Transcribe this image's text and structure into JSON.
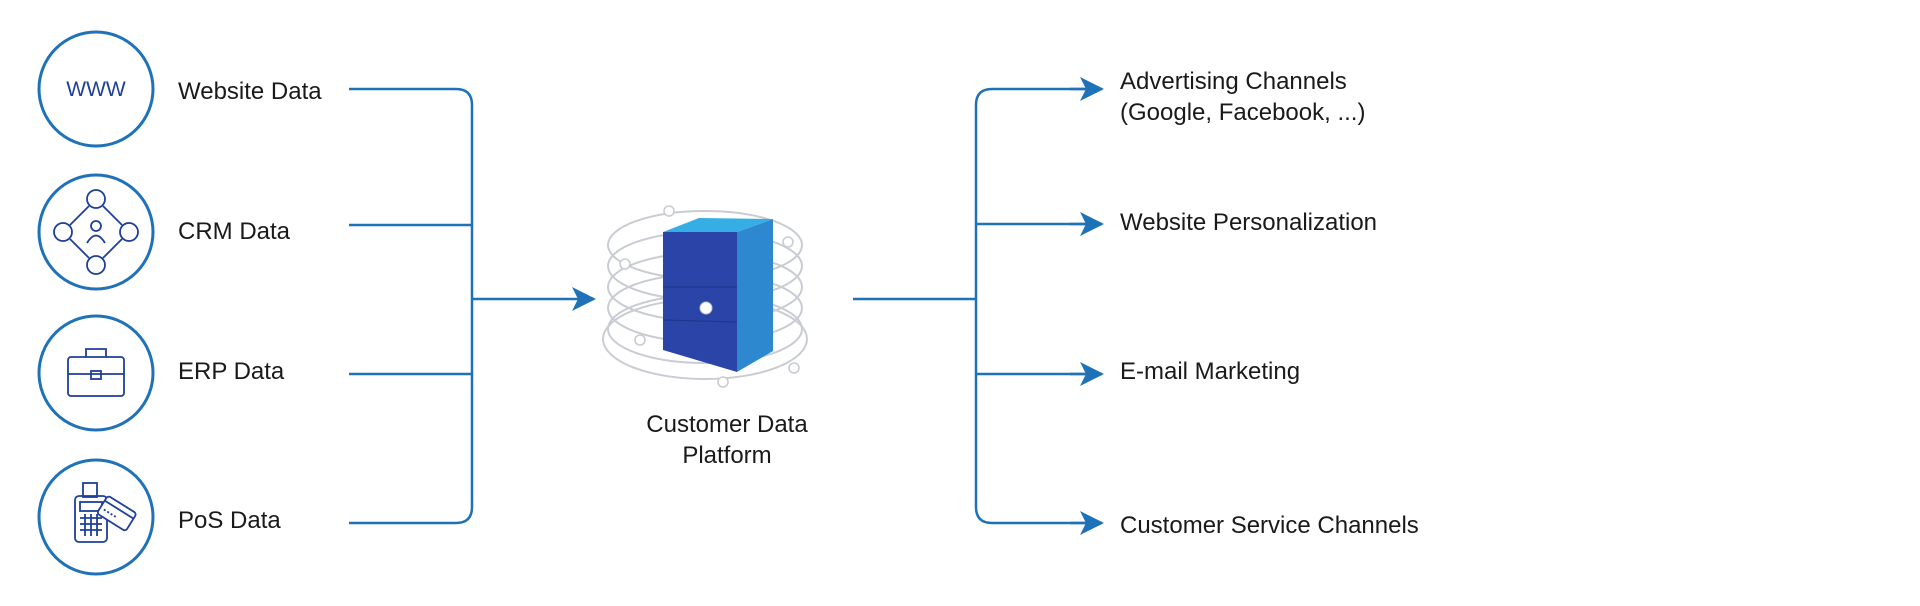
{
  "colors": {
    "line": "#1f72b8",
    "icon_stroke": "#1f72b8",
    "icon_detail": "#1e3f9a",
    "server_front": "#2a44a8",
    "server_side": "#2d88d0",
    "server_top": "#35aee6",
    "ring": "#c9ccd3"
  },
  "inputs": [
    {
      "label": "Website Data",
      "icon": "www-icon",
      "icon_text": "WWW"
    },
    {
      "label": "CRM Data",
      "icon": "crm-network-icon"
    },
    {
      "label": "ERP Data",
      "icon": "briefcase-icon"
    },
    {
      "label": "PoS Data",
      "icon": "pos-terminal-icon"
    }
  ],
  "center": {
    "label": "Customer Data\nPlatform",
    "icon": "server-database-icon"
  },
  "outputs": [
    {
      "label": "Advertising Channels\n(Google, Facebook, ...)"
    },
    {
      "label": "Website Personalization"
    },
    {
      "label": "E-mail Marketing"
    },
    {
      "label": "Customer Service Channels"
    }
  ]
}
